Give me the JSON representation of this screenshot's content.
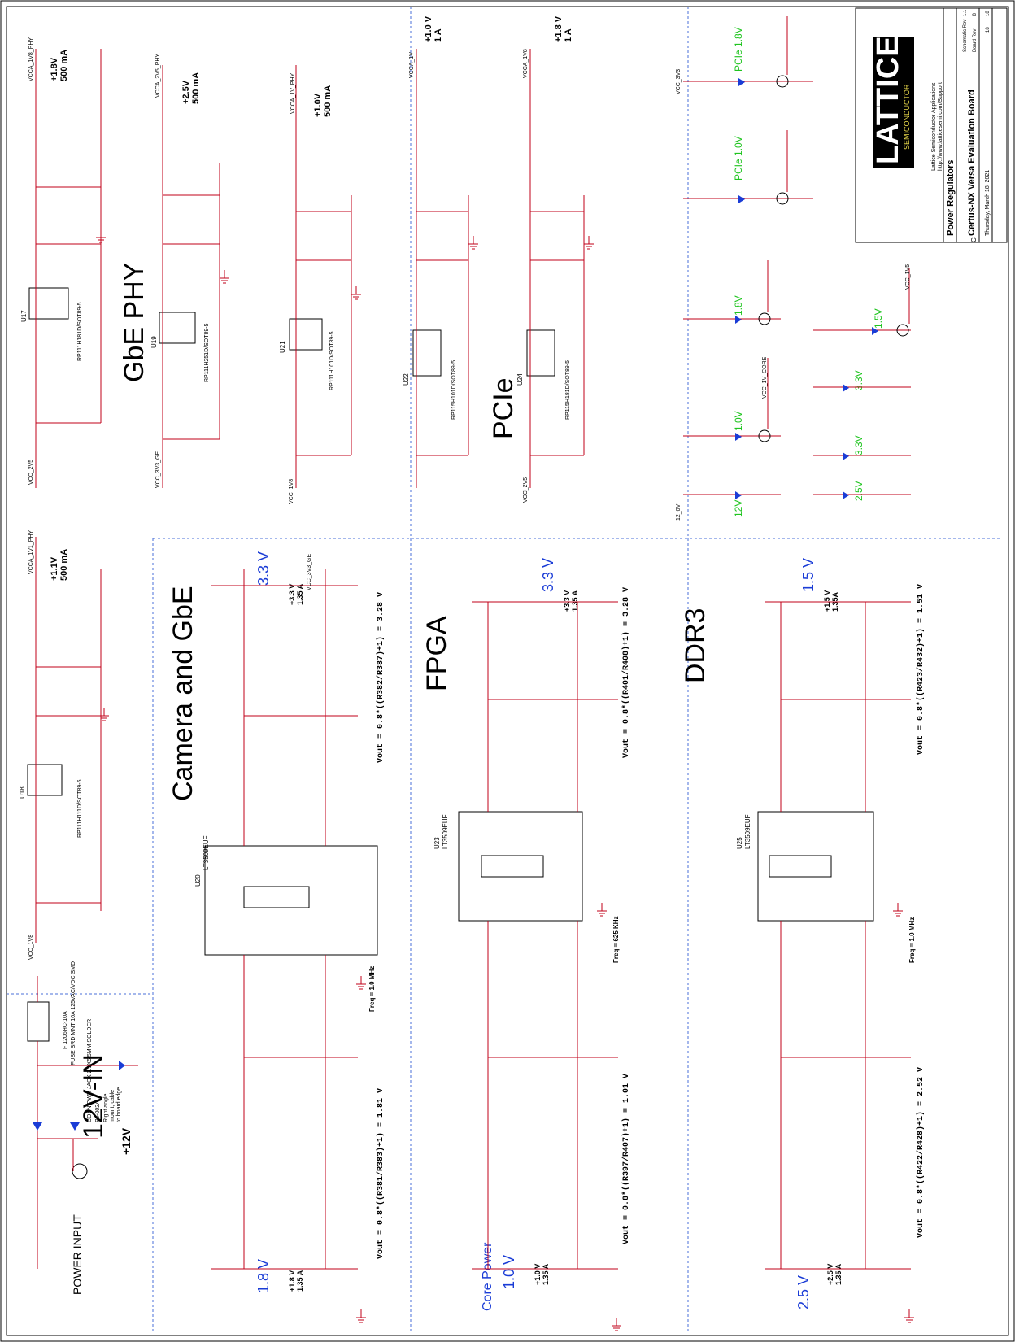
{
  "title_block": {
    "company": "LATTICE",
    "company_sub": "SEMICONDUCTOR",
    "address1": "Lattice Semiconductor Applications",
    "address2": "http://www.latticesemi.com/Support",
    "title": "Power Regulators",
    "project": "Certus-NX Versa Evaluation Board",
    "size": "C",
    "date": "Thursday, March 18, 2021",
    "schematic_rev_label": "Schematic Rev",
    "schematic_rev": "1.1",
    "board_rev_label": "Board Rev",
    "board_rev": "B",
    "sheet": "18",
    "of": "18"
  },
  "sections": {
    "gbe_phy": "GbE PHY",
    "pcie": "PCIe",
    "camera_gbe": "Camera and GbE",
    "fpga": "FPGA",
    "ddr3": "DDR3",
    "input_12v": "12V-IN",
    "power_input": "POWER INPUT",
    "core_power": "Core Power"
  },
  "rails": {
    "r18_phy": "+1.8V",
    "r18_phy_ma": "500 mA",
    "r25_phy": "+2.5V",
    "r25_phy_ma": "500 mA",
    "r10_phy": "+1.0V",
    "r10_phy_ma": "500 mA",
    "r11_phy": "+1.1V",
    "r11_phy_ma": "500 mA",
    "r10_a": "+1.0 V",
    "r10_a_a": "1 A",
    "r18_a": "+1.8 V",
    "r18_a_a": "1 A",
    "cam_33": "3.3 V",
    "cam_33b": "+3.3 V",
    "cam_33b_a": "1.35 A",
    "cam_18": "1.8 V",
    "cam_18b": "+1.8 V",
    "cam_18b_a": "1.35 A",
    "fpga_33": "3.3 V",
    "fpga_33b": "+3.3 V",
    "fpga_33b_a": "1.35 A",
    "fpga_10": "1.0 V",
    "fpga_10b": "+1.0 V",
    "fpga_10b_a": "1.35 A",
    "ddr_15": "1.5 V",
    "ddr_15b": "+1.5 V",
    "ddr_15b_a": "1.35A",
    "ddr_25": "2.5 V",
    "ddr_25b": "+2.5 V",
    "ddr_25b_a": "1.35 A",
    "p12": "+12V"
  },
  "leds": [
    {
      "text": "PCIe 1.8V"
    },
    {
      "text": "PCIe 1.0V"
    },
    {
      "text": "1.8V"
    },
    {
      "text": "1.5V"
    },
    {
      "text": "1.0V"
    },
    {
      "text": "3.3V"
    },
    {
      "text": "3.3V"
    },
    {
      "text": "12V"
    },
    {
      "text": "2.5V"
    }
  ],
  "equations": [
    "Vout = 0.8*((R381/R383)+1) = 1.81 V",
    "Vout = 0.8*((R382/R387)+1) = 3.28 V",
    "Vout = 0.8*((R397/R407)+1) = 1.01 V",
    "Vout = 0.8*((R401/R408)+1) = 3.28 V",
    "Vout = 0.8*((R422/R428)+1) = 2.52 V",
    "Vout = 0.8*((R423/R432)+1) = 1.51 V"
  ],
  "freq": [
    "Freq = 1.0 MHz",
    "Freq = 625 KHz",
    "Freq = 1.0 MHz"
  ],
  "chips": [
    "U20",
    "LT3509EUF",
    "U23",
    "LT3509EUF",
    "U25",
    "LT3509EUF",
    "U17",
    "U19",
    "U21",
    "U18",
    "U22",
    "U24"
  ],
  "ldo_part": [
    "RP111H181D/SOT89-5",
    "RP111H251D/SOT89-5",
    "RP111H101D/SOT89-5",
    "RP111H111D/SOT89-5",
    "RP115H101D/SOT89-5",
    "RP115H181D/SOT89-5"
  ],
  "nets": [
    "VCC_2V5",
    "VCC_3V3_GE",
    "VCC_1V8",
    "VCC_2V5",
    "VCC_1V8",
    "VCCA_1V8_PHY",
    "VCCA_2V5_PHY",
    "VCCA_1V_PHY",
    "VCCA_1V1_PHY",
    "VCCA_1V",
    "VCCA_1V8",
    "VCC_3V3",
    "12_0V",
    "VCC_1V_CORE",
    "VCC_1V5",
    "VCC_3V3_GE"
  ],
  "power_input_notes": [
    "CONN PWR JACK 2.1X5.5MM SOLDER",
    "PJ-002A",
    "Right angle",
    "mount, cable",
    "to board edge",
    "FUSE BRD MNT 10A 125VAC/VDC SMD",
    "F 1206HC-10A"
  ]
}
